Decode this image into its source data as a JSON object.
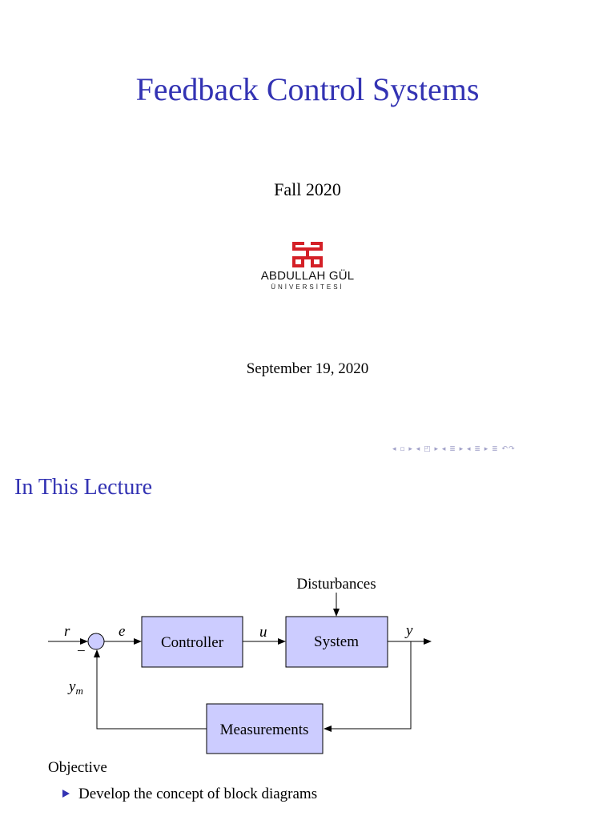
{
  "slide1": {
    "title": "Feedback Control Systems",
    "term": "Fall 2020",
    "logo": {
      "name": "ABDULLAH GÜL",
      "subtitle": "ÜNİVERSİTESİ",
      "color": "#d42027"
    },
    "date": "September 19, 2020",
    "navigation": "◂ ▫ ▸ ◂ ◰ ▸ ◂ ≣ ▸ ◂ ≣ ▸   ≣   ↶↷"
  },
  "slide2": {
    "title": "In This Lecture",
    "diagram": {
      "blocks": {
        "controller": "Controller",
        "system": "System",
        "measurements": "Measurements"
      },
      "labels": {
        "reference": "r",
        "error": "e",
        "control": "u",
        "output": "y",
        "measured": "ym",
        "disturbances": "Disturbances",
        "minus": "−"
      },
      "block_fill": "#ccccff"
    },
    "objective": "Objective",
    "bullets": [
      "Develop the concept of block diagrams"
    ],
    "accent": "#3333b3"
  }
}
